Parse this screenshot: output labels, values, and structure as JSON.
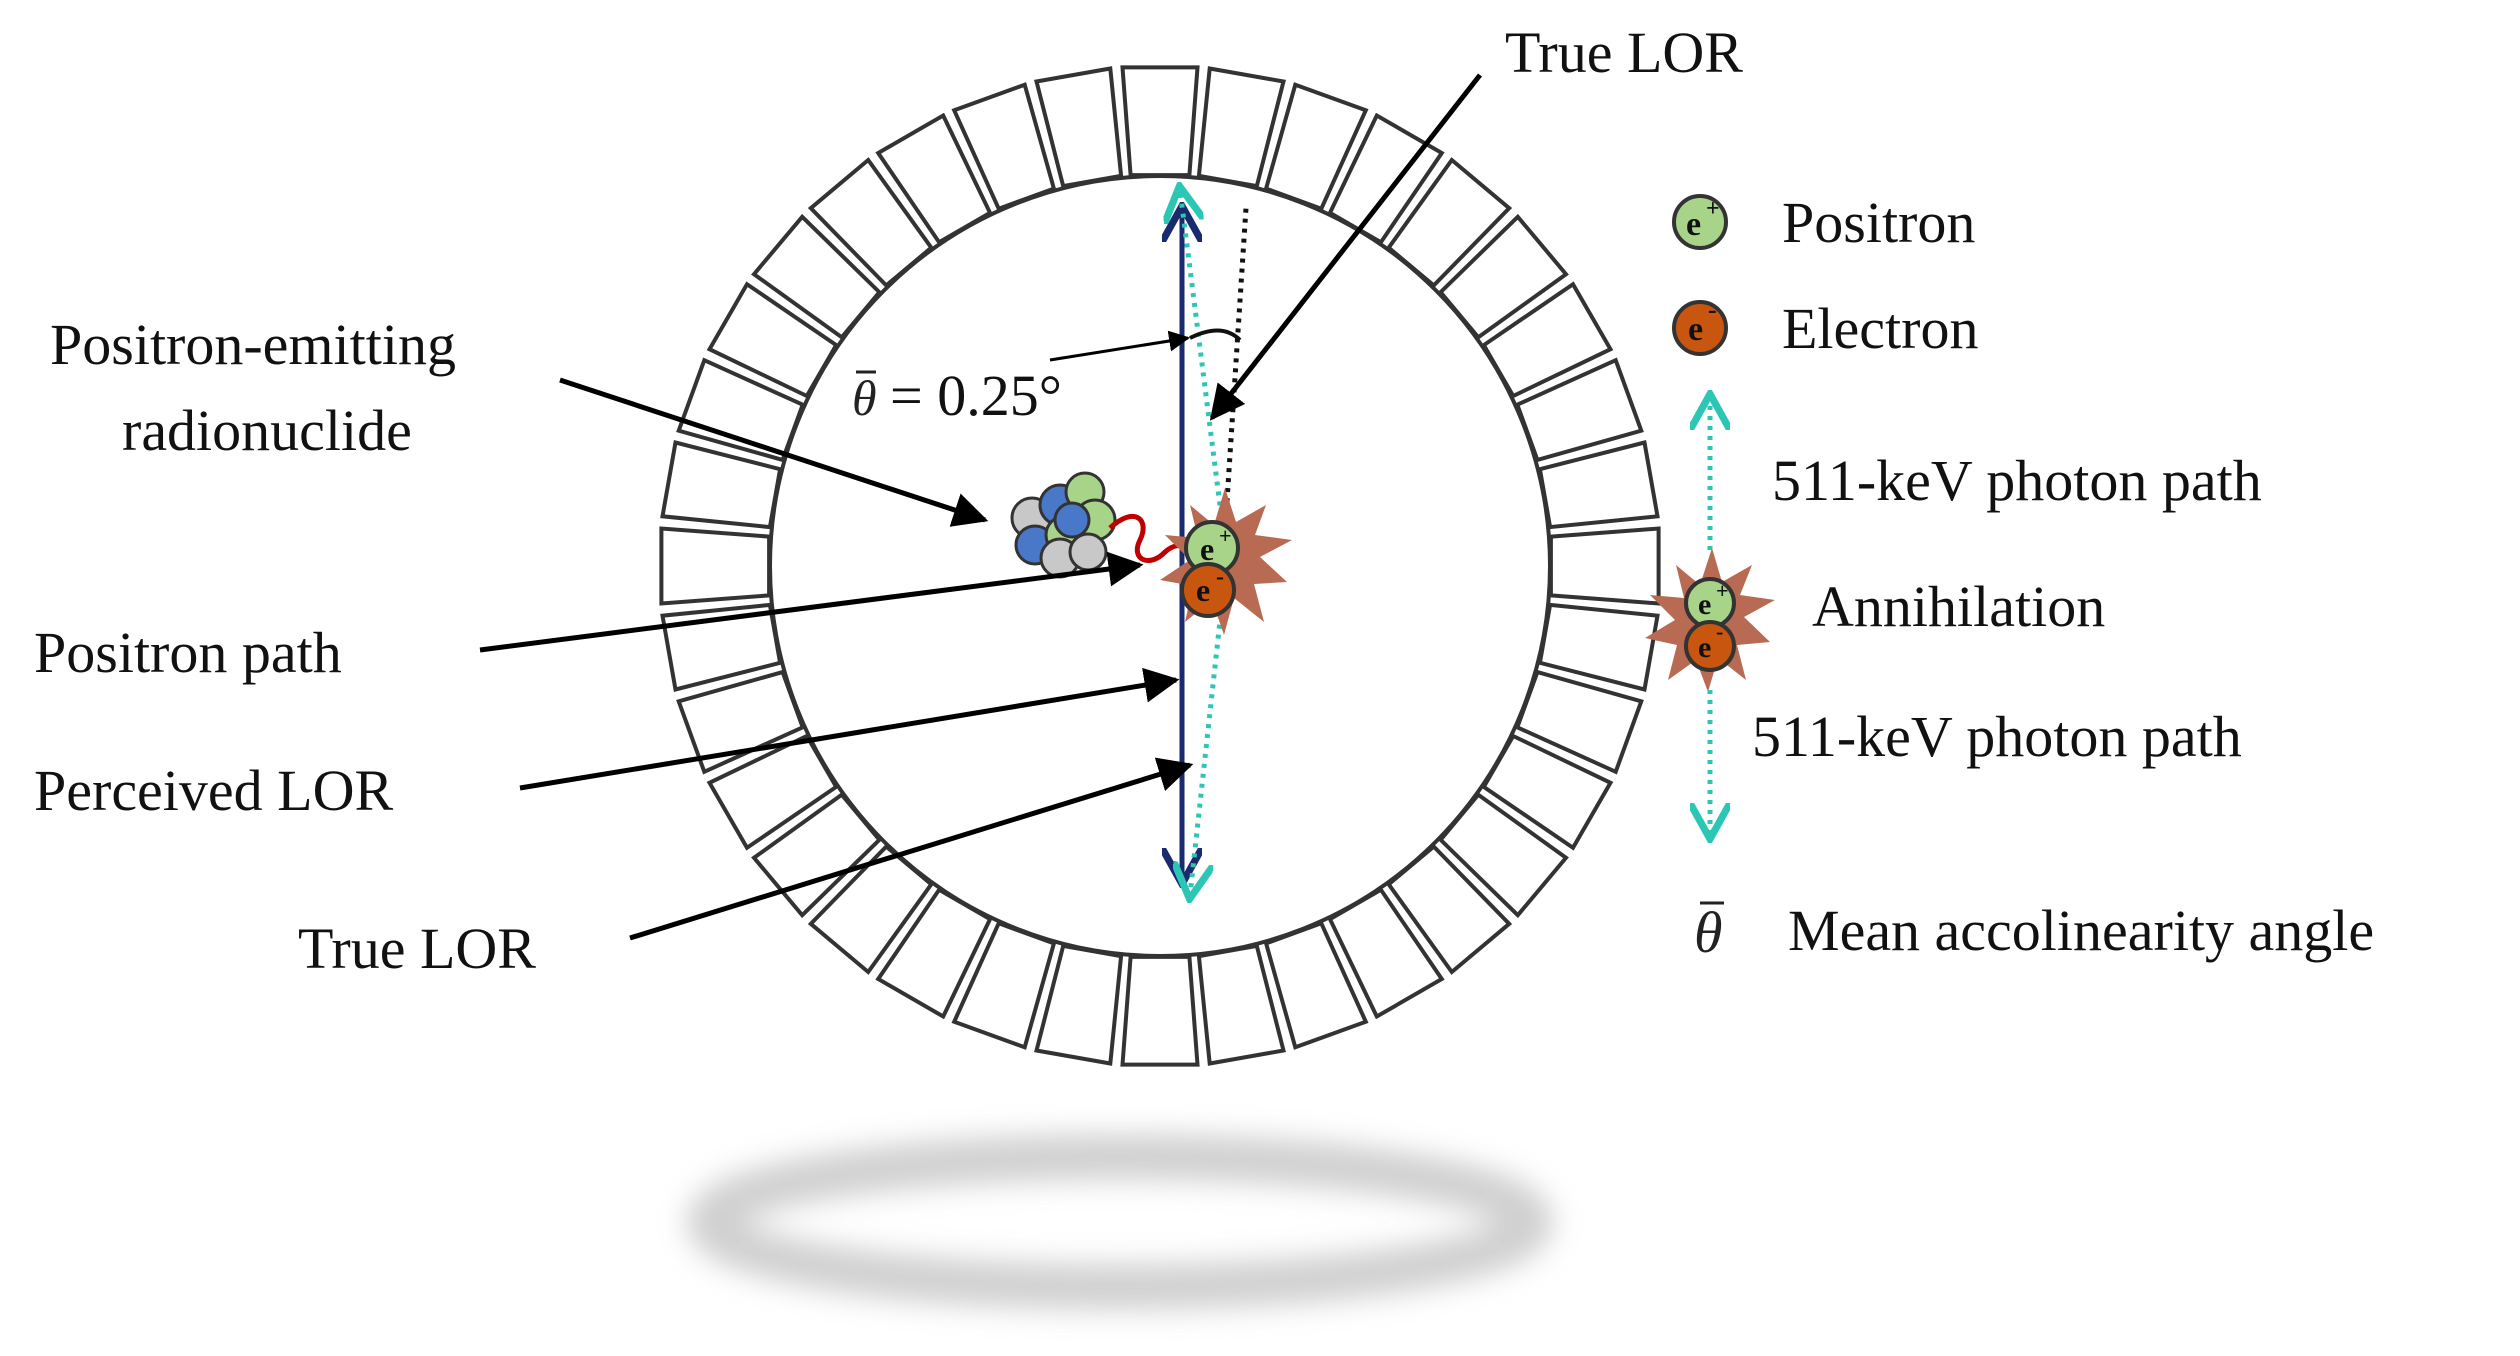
{
  "labels": {
    "true_lor_top": "True LOR",
    "theta_symbol": "θ",
    "theta_value": "= 0.25°",
    "positron_emitting_line1": "Positron-emitting",
    "positron_emitting_line2": "radionuclide",
    "positron_path": "Positron path",
    "perceived_lor": "Perceived LOR",
    "true_lor_bottom": "True LOR"
  },
  "particle_symbols": {
    "positron": "e",
    "positron_sign": "+",
    "electron": "e",
    "electron_sign": "-"
  },
  "legend": {
    "positron": "Positron",
    "electron": "Electron",
    "photon_path_top": "511-keV photon path",
    "annihilation": "Annihilation",
    "photon_path_bottom": "511-keV photon path",
    "theta_symbol": "θ",
    "mean_angle": "Mean accolinearity angle"
  },
  "colors": {
    "positron_fill": "#a8d48a",
    "electron_fill": "#c8560f",
    "annihilation_burst": "#b86a52",
    "photon_path": "#2bc7b4",
    "perceived_lor": "#1a2a6e",
    "positron_track": "#c00000",
    "nucleus_blue": "#4a78c8",
    "nucleus_grey": "#c8c8c8",
    "detector_stroke": "#333333"
  }
}
